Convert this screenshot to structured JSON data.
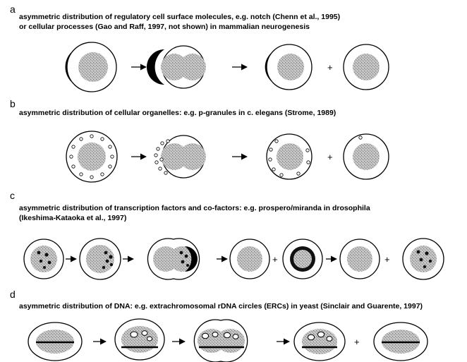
{
  "panels": [
    {
      "letter": "a",
      "caption_lines": [
        "asymmetric distribution of regulatory cell surface molecules, e.g. notch (Chenn et al., 1995)",
        "or cellular processes (Gao and Raff, 1997, not shown) in mammalian neurogenesis"
      ]
    },
    {
      "letter": "b",
      "caption_lines": [
        "asymmetric distribution of cellular organelles: e.g. p-granules in c. elegans (Strome, 1989)"
      ]
    },
    {
      "letter": "c",
      "caption_lines": [
        "asymmetric distribution of transcription factors and co-factors: e.g. prospero/miranda in drosophila",
        "(Ikeshima-Kataoka et al., 1997)"
      ]
    },
    {
      "letter": "d",
      "caption_lines": [
        "asymmetric distribution of DNA: e.g. extrachromosomal rDNA circles (ERCs) in yeast (Sinclair and Guarente, 1997)"
      ]
    }
  ],
  "symbols": {
    "plus": "+"
  },
  "colors": {
    "nucleus_fill": "#b9b9b9",
    "outline": "#000000",
    "background": "#ffffff"
  }
}
